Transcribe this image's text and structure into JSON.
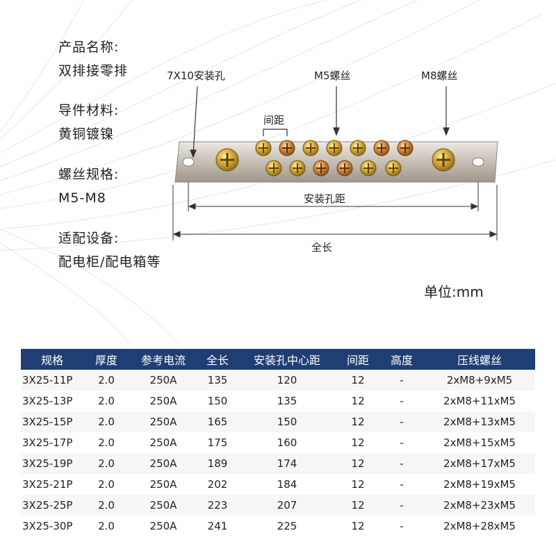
{
  "product": {
    "name_label": "产品名称:",
    "name_value": "双排接零排",
    "material_label": "导件材料:",
    "material_value": "黄铜镀镍",
    "screw_label": "螺丝规格:",
    "screw_value": "M5-M8",
    "device_label": "适配设备:",
    "device_value": "配电柜/配电箱等"
  },
  "diagram": {
    "hole_label": "7X10安装孔",
    "m5_label": "M5螺丝",
    "m8_label": "M8螺丝",
    "pitch_label": "间距",
    "hole_distance_label": "安装孔距",
    "total_length_label": "全长",
    "unit_label": "单位:mm"
  },
  "table": {
    "headers": [
      "规格",
      "厚度",
      "参考电流",
      "全长",
      "安装孔中心距",
      "间距",
      "高度",
      "压线螺丝"
    ],
    "rows": [
      [
        "3X25-11P",
        "2.0",
        "250A",
        "135",
        "120",
        "12",
        "-",
        "2xM8+9xM5"
      ],
      [
        "3X25-13P",
        "2.0",
        "250A",
        "150",
        "135",
        "12",
        "-",
        "2xM8+11xM5"
      ],
      [
        "3X25-15P",
        "2.0",
        "250A",
        "165",
        "150",
        "12",
        "-",
        "2xM8+13xM5"
      ],
      [
        "3X25-17P",
        "2.0",
        "250A",
        "175",
        "160",
        "12",
        "-",
        "2xM8+15xM5"
      ],
      [
        "3X25-19P",
        "2.0",
        "250A",
        "189",
        "174",
        "12",
        "-",
        "2xM8+17xM5"
      ],
      [
        "3X25-21P",
        "2.0",
        "250A",
        "202",
        "184",
        "12",
        "-",
        "2xM8+19xM5"
      ],
      [
        "3X25-25P",
        "2.0",
        "250A",
        "223",
        "207",
        "12",
        "-",
        "2xM8+23xM5"
      ],
      [
        "3X25-30P",
        "2.0",
        "250A",
        "241",
        "225",
        "12",
        "-",
        "2xM8+28xM5"
      ]
    ]
  },
  "colors": {
    "header_bg": "#1f3f74",
    "brass": "#d4a532",
    "plate": "#c9c2b8"
  }
}
